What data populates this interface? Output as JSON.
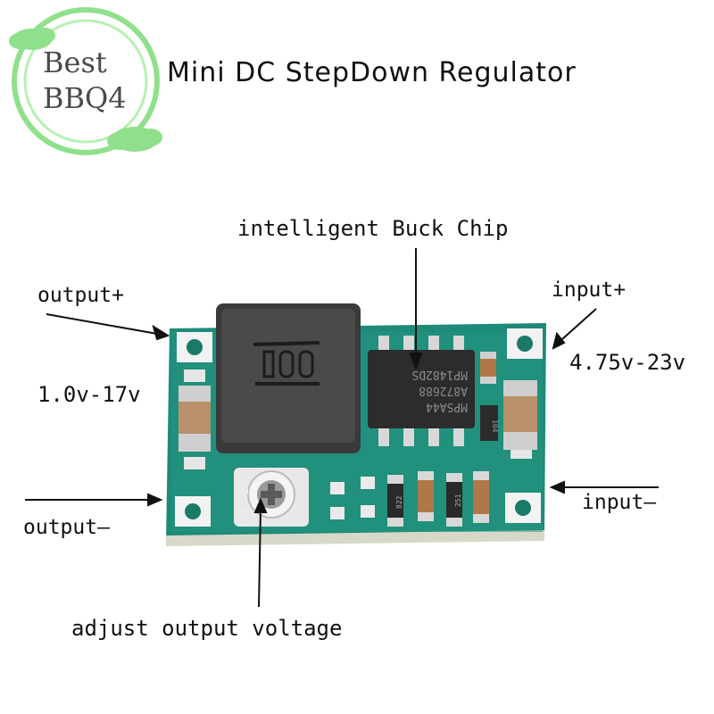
{
  "logo": {
    "line1": "Best",
    "line2": "BBQ4",
    "color": "#8fe08a"
  },
  "title": "Mini DC StepDown Regulator",
  "labels": {
    "chip": "intelligent Buck Chip",
    "output_plus": "output+",
    "input_plus": "input+",
    "output_voltage": "1.0v-17v",
    "input_voltage": "4.75v-23v",
    "output_minus": "output—",
    "input_minus": "input—",
    "adjust": "adjust output voltage"
  },
  "board": {
    "pcb_color": "#1e8a78",
    "inductor_marking": "100",
    "chip_marking_1": "MP1482DS",
    "chip_marking_2": "A872688",
    "chip_marking_3": "MPSA44",
    "resistor_1": "822",
    "resistor_2": "251",
    "cap_marking": "104"
  }
}
